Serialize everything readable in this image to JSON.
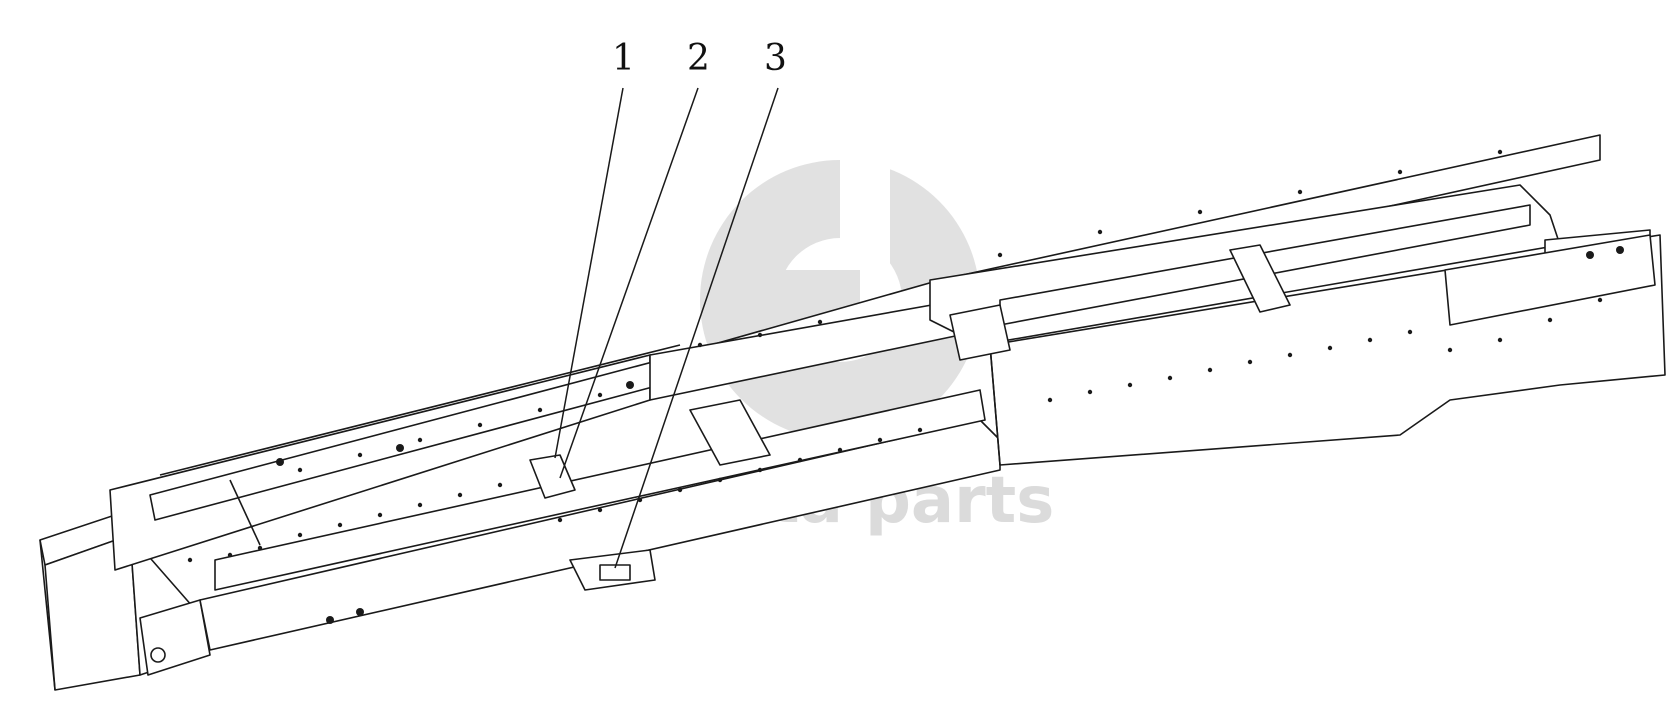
{
  "callouts": {
    "one": "1",
    "two": "2",
    "three": "3"
  },
  "watermark": {
    "text": "data parts",
    "color": "#cccccc"
  },
  "colors": {
    "line": "#1a1a1a",
    "background": "#ffffff"
  }
}
